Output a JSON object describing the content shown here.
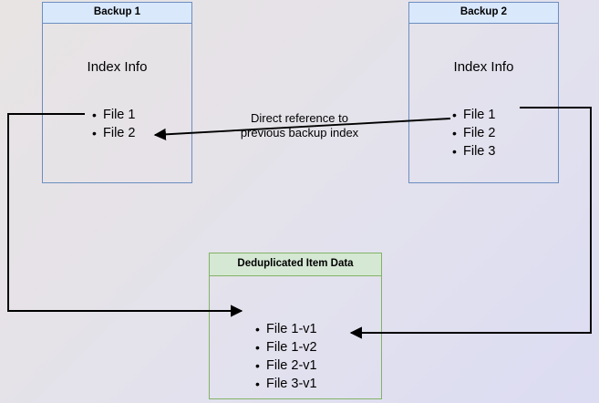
{
  "diagram": {
    "title": "Backup deduplication index reference diagram",
    "background_gradient": [
      "#e8e4e4",
      "#dcdcf3"
    ],
    "colors": {
      "blue_fill": "#dae8fc",
      "blue_stroke": "#6c8ebf",
      "green_fill": "#d5e8d4",
      "green_stroke": "#82b366",
      "connector_stroke": "#000000"
    }
  },
  "backup1": {
    "header": "Backup 1",
    "index_label": "Index Info",
    "files": [
      "File 1",
      "File 2"
    ]
  },
  "backup2": {
    "header": "Backup 2",
    "index_label": "Index Info",
    "files": [
      "File 1",
      "File 2",
      "File 3"
    ]
  },
  "dedup": {
    "header": "Deduplicated Item Data",
    "items": [
      "File 1-v1",
      "File 1-v2",
      "File 2-v1",
      "File 3-v1"
    ]
  },
  "caption": {
    "line1": "Direct reference to",
    "line2": "previous backup index"
  },
  "connectors": [
    {
      "name": "backup1-file1-to-dedup-file1v1",
      "from": "Backup 1 / File 1",
      "to": "Deduplicated Item Data / File 1-v1",
      "arrow": "end"
    },
    {
      "name": "backup2-file2-to-backup1-file2",
      "from": "Backup 2 / File 2",
      "to": "Backup 1 / File 2",
      "arrow": "end"
    },
    {
      "name": "backup2-file1-to-dedup-file1v2",
      "from": "Backup 2 / File 1",
      "to": "Deduplicated Item Data / File 1-v2",
      "arrow": "end"
    }
  ]
}
